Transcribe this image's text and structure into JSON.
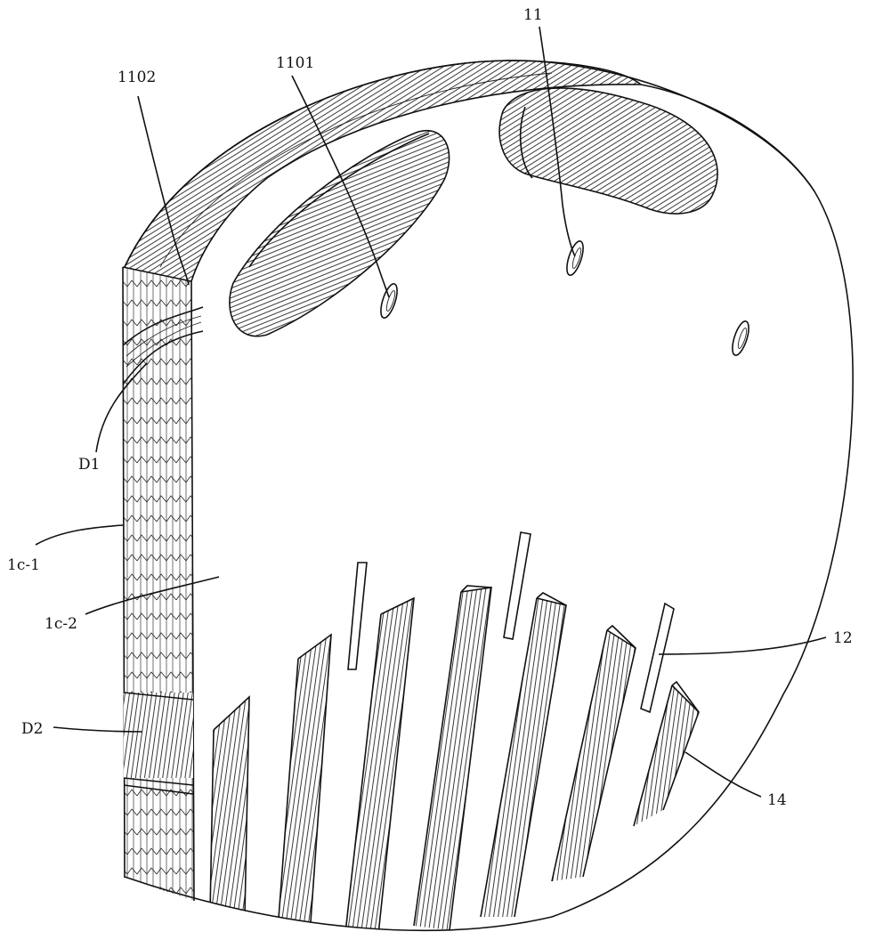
{
  "labels": {
    "l11": "11",
    "l1101": "1101",
    "l1102": "1102",
    "lD1": "D1",
    "l1c1": "1c-1",
    "l1c2": "1c-2",
    "lD2": "D2",
    "l12": "12",
    "l14": "14"
  },
  "colors": {
    "ink": "#111111",
    "paper": "#ffffff"
  }
}
